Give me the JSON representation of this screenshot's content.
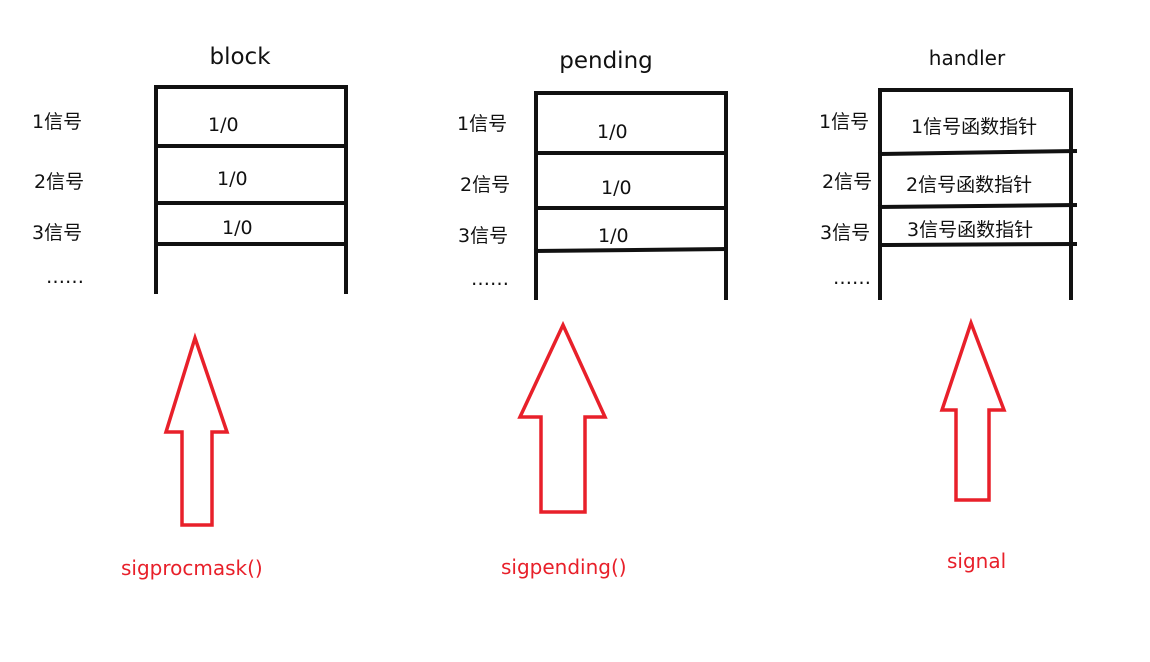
{
  "colors": {
    "ink": "#111111",
    "accent": "#e8202a",
    "background": "#ffffff"
  },
  "tables": [
    {
      "title": "block",
      "rows": [
        {
          "label": "1信号",
          "value": "1/0"
        },
        {
          "label": "2信号",
          "value": "1/0"
        },
        {
          "label": "3信号",
          "value": "1/0"
        }
      ],
      "ellipsis": "……",
      "api": "sigprocmask()"
    },
    {
      "title": "pending",
      "rows": [
        {
          "label": "1信号",
          "value": "1/0"
        },
        {
          "label": "2信号",
          "value": "1/0"
        },
        {
          "label": "3信号",
          "value": "1/0"
        }
      ],
      "ellipsis": "……",
      "api": "sigpending()"
    },
    {
      "title": "handler",
      "rows": [
        {
          "label": "1信号",
          "value": "1信号函数指针"
        },
        {
          "label": "2信号",
          "value": "2信号函数指针"
        },
        {
          "label": "3信号",
          "value": "3信号函数指针"
        }
      ],
      "ellipsis": "……",
      "api": "signal"
    }
  ]
}
